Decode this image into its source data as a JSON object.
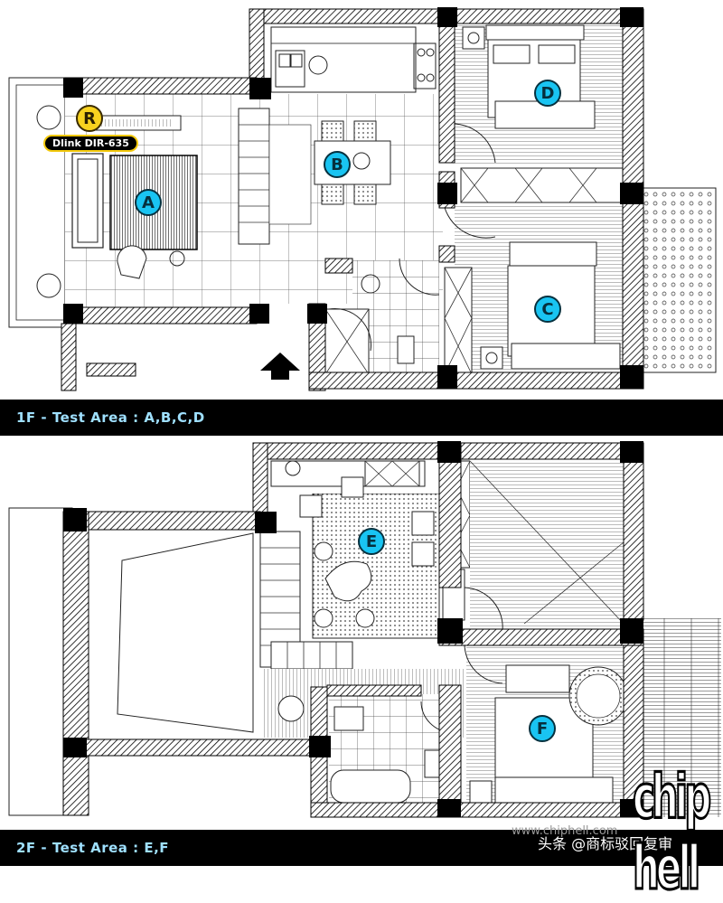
{
  "floor1": {
    "caption": "1F - Test Area : A,B,C,D",
    "router": {
      "letter": "R",
      "label": "Dlink DIR-635"
    },
    "markers": [
      "A",
      "B",
      "C",
      "D"
    ]
  },
  "floor2": {
    "caption": "2F - Test Area : E,F",
    "markers": [
      "E",
      "F"
    ]
  },
  "watermark": {
    "url": "www.chiphell.com",
    "author": "头条 @商标驳回复审",
    "logo": "chip hell"
  },
  "colors": {
    "marker": "#19c4f2",
    "router": "#f8d21f",
    "banner_text": "#9fe0ff"
  }
}
